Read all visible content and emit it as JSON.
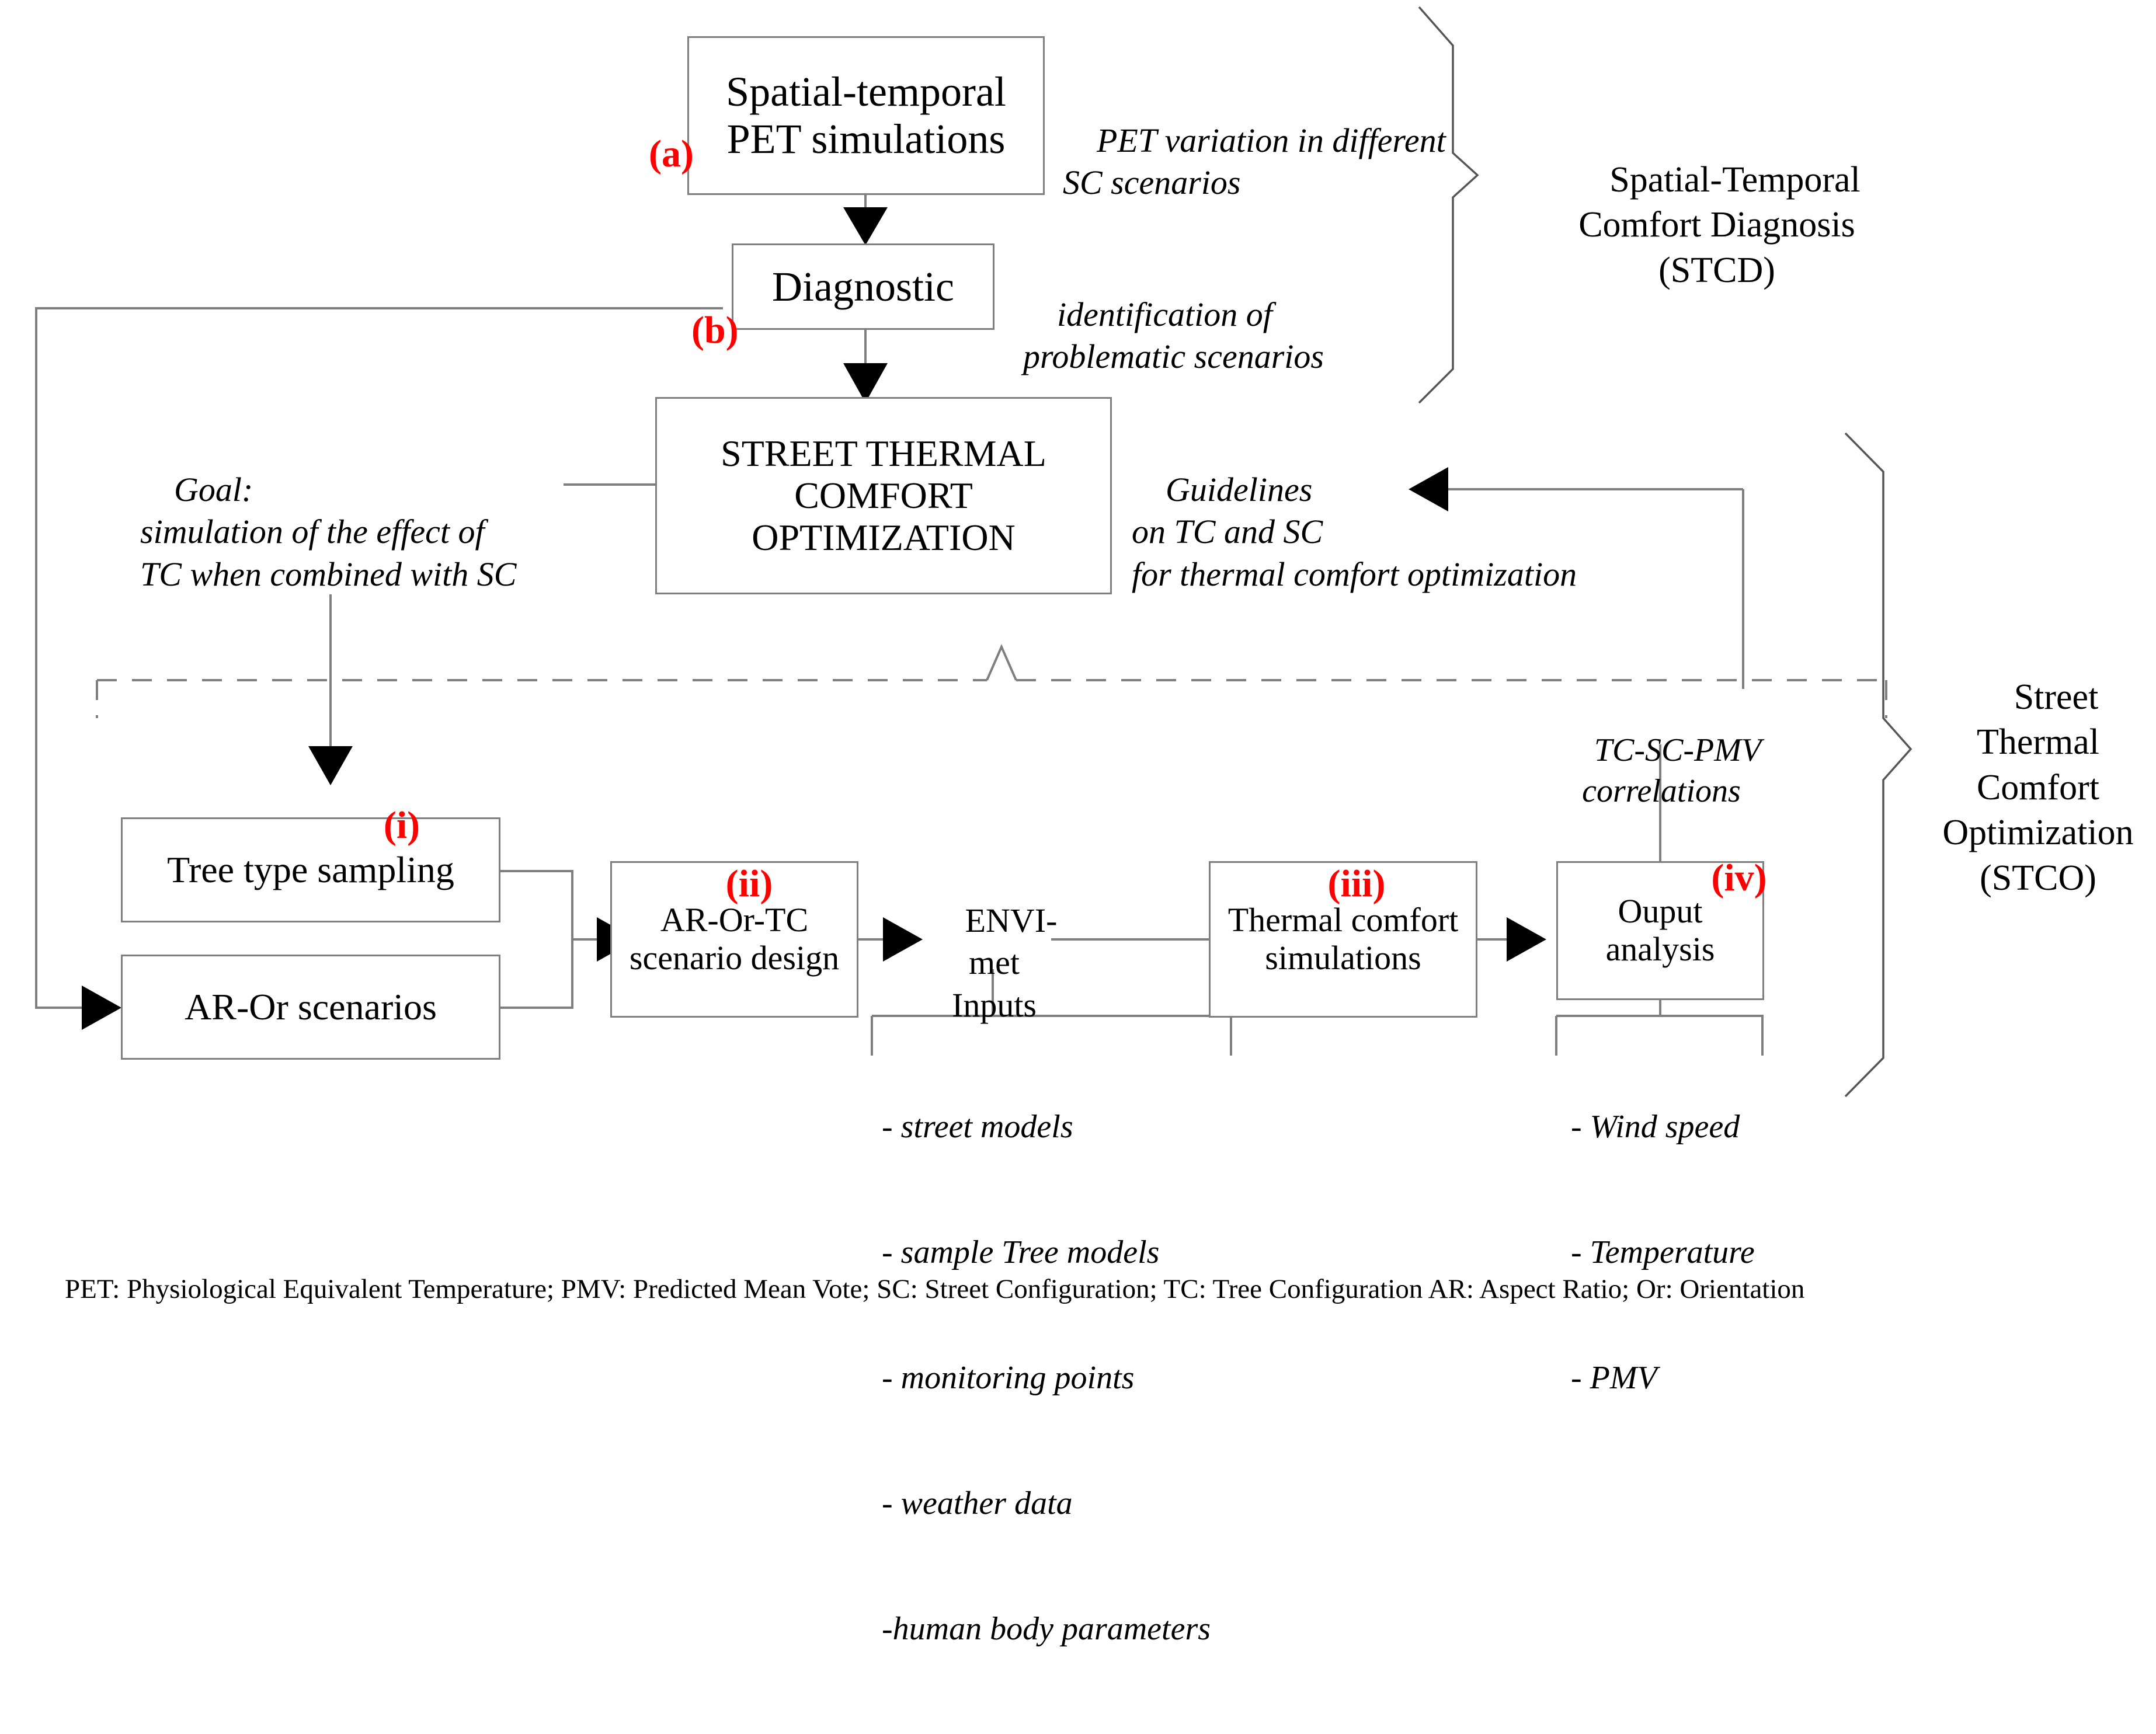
{
  "diagram": {
    "title_note": "Methodological framework flowchart",
    "colors": {
      "box_border": "#7f7f7f",
      "line": "#7f7f7f",
      "marker_red": "#ff0000",
      "text": "#000000"
    },
    "boxes": {
      "spatial_temporal_pet": "Spatial-temporal\nPET simulations",
      "diagnostic": "Diagnostic",
      "optimization": "STREET THERMAL\nCOMFORT\nOPTIMIZATION",
      "tree_type_sampling": "Tree type sampling",
      "ar_or_scenarios": "AR-Or scenarios",
      "scenario_design": "AR-Or-TC\nscenario design",
      "envimet_inputs": "ENVI-met\nInputs",
      "thermal_comfort_sim": "Thermal comfort\nsimulations",
      "output_analysis": "Ouput\nanalysis"
    },
    "markers": {
      "a": "(a)",
      "b": "(b)",
      "i": "(i)",
      "ii": "(ii)",
      "iii": "(iii)",
      "iv": "(iv)"
    },
    "annotations": {
      "pet_variation": "PET variation in different\nSC scenarios",
      "identification": "identification of\nproblematic scenarios",
      "goal": "Goal:\nsimulation of  the effect of\nTC when combined with SC",
      "guidelines": "Guidelines\non TC and SC\nfor thermal comfort optimization",
      "correlations": "TC-SC-PMV\ncorrelations"
    },
    "bracket_labels": {
      "stcd": "Spatial-Temporal\nComfort Diagnosis\n(STCD)",
      "stco": "Street\nThermal\nComfort\nOptimization\n(STCO)"
    },
    "lists": {
      "envimet_inputs_items": [
        "- street models",
        "- sample Tree models",
        "- monitoring points",
        "- weather data",
        "-human body parameters"
      ],
      "output_analysis_items": [
        "- Wind speed",
        "- Temperature",
        "- PMV"
      ]
    },
    "legend": "PET: Physiological Equivalent Temperature; PMV: Predicted Mean Vote; SC: Street Configuration; TC: Tree Configuration AR: Aspect Ratio; Or: Orientation"
  }
}
